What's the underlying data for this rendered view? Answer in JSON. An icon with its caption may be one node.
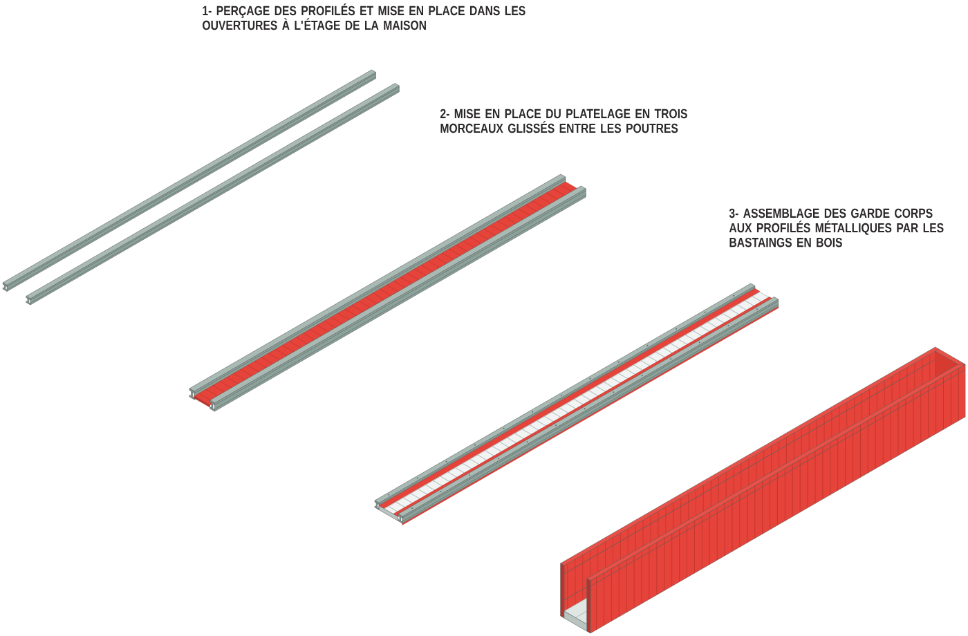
{
  "diagram": {
    "labels": [
      "1- PERÇAGE DES PROFILÉS ET MISE EN PLACE DANS LES OUVERTURES À L'ÉTAGE DE LA MAISON",
      "2- MISE EN PLACE DU PLATELAGE EN TROIS MORCEAUX GLISSÉS ENTRE LES POUTRES",
      "3- ASSEMBLAGE DES GARDE CORPS AUX PROFILÉS MÉTALLIQUES PAR LES BASTAINGS EN BOIS"
    ]
  }
}
